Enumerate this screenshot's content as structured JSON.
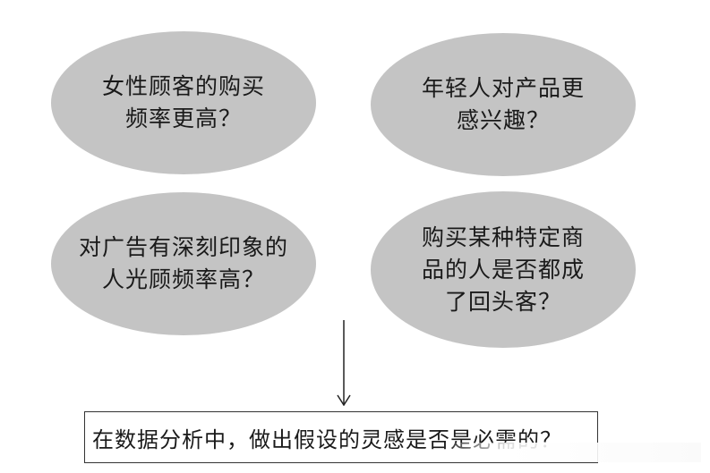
{
  "hypotheses": [
    {
      "lines": [
        "女性顾客的购买",
        "频率更高？"
      ]
    },
    {
      "lines": [
        "年轻人对产品更",
        "感兴趣？"
      ]
    },
    {
      "lines": [
        "对广告有深刻印象的",
        "人光顾频率高？"
      ]
    },
    {
      "lines": [
        "购买某种特定商",
        "品的人是否都成",
        "了回头客？"
      ]
    }
  ],
  "conclusion": {
    "text": "在数据分析中，做出假设的灵感是否是必需的？"
  },
  "colors": {
    "ellipse_fill": "#c4c4c4",
    "text": "#1a1a1a",
    "border": "#333333"
  }
}
